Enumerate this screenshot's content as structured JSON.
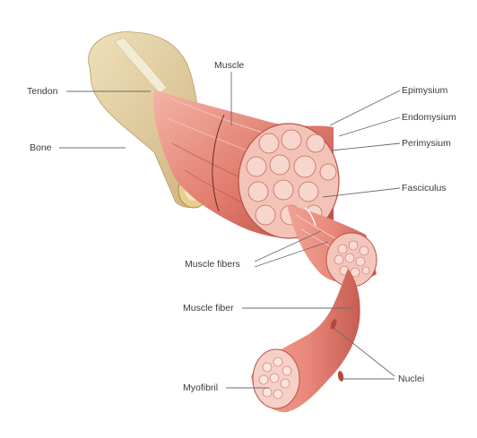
{
  "labels": {
    "tendon": "Tendon",
    "bone": "Bone",
    "muscle": "Muscle",
    "epimysium": "Epimysium",
    "endomysium": "Endomysium",
    "perimysium": "Perimysium",
    "fasciculus": "Fasciculus",
    "muscle_fibers": "Muscle fibers",
    "muscle_fiber": "Muscle fiber",
    "myofibril": "Myofibril",
    "nuclei": "Nuclei"
  },
  "colors": {
    "bone": "#e6d3a8",
    "bone_shade": "#c9b07a",
    "tendon": "#f1ead2",
    "muscle_light": "#f2a79b",
    "muscle_mid": "#de7769",
    "muscle_dark": "#b94c43",
    "fascicle_end": "#f6c9bf",
    "leader": "#6b6b6b",
    "label_text": "#3a3a3a"
  }
}
